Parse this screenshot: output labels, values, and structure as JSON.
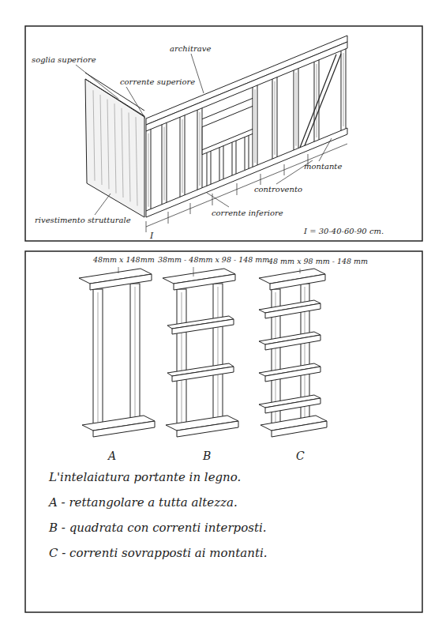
{
  "diagram": {
    "caption": "L'intelaiatura portante in legno.",
    "labels": [
      "soglia superiore",
      "corrente superiore",
      "architrave",
      "montante",
      "controvento",
      "corrente inferiore",
      "rivestimento strutturale",
      "I",
      "I = 30-40-60-90 cm.",
      "48mm x 148mm",
      "38mm - 48mm x 98 - 148 mm",
      "48 mm x 98 mm - 148 mm",
      "A",
      "B",
      "C",
      "A - rettangolare a tutta altezza.",
      "B - quadrata con correnti interposti.",
      "C - correnti sovrapposti ai montanti."
    ]
  }
}
